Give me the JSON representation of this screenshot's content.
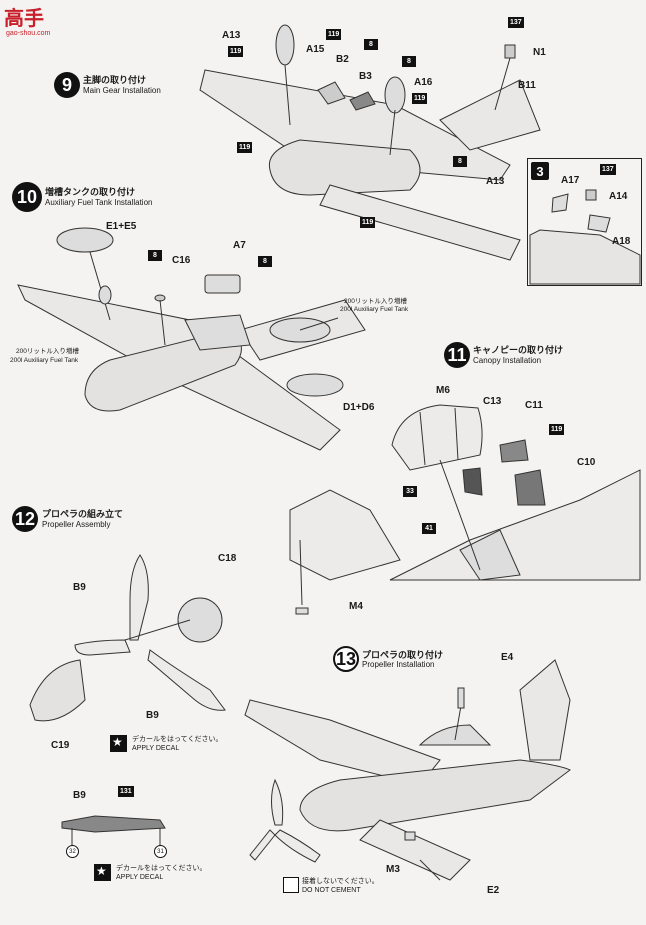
{
  "watermark": {
    "brand": "高手",
    "site": "gao-shou.com"
  },
  "steps": [
    {
      "num": "9",
      "jp": "主脚の取り付け",
      "en": "Main Gear Installation"
    },
    {
      "num": "10",
      "jp": "増槽タンクの取り付け",
      "en": "Auxiliary Fuel Tank Installation"
    },
    {
      "num": "11",
      "jp": "キャノピーの取り付け",
      "en": "Canopy Installation"
    },
    {
      "num": "12",
      "jp": "プロペラの組み立て",
      "en": "Propeller Assembly"
    },
    {
      "num": "13",
      "jp": "プロペラの取り付け",
      "en": "Propeller Installation"
    }
  ],
  "inset": {
    "num": "3",
    "parts": [
      "A17",
      "137",
      "A14",
      "A18"
    ]
  },
  "parts": {
    "a13a": "A13",
    "a15": "A15",
    "b2": "B2",
    "b3": "B3",
    "a16": "A16",
    "a13b": "A13",
    "n1": "N1",
    "b11": "B11",
    "e1e5": "E1+E5",
    "c16": "C16",
    "a7": "A7",
    "d1d6": "D1+D6",
    "m6": "M6",
    "c13": "C13",
    "c11": "C11",
    "c10": "C10",
    "m4": "M4",
    "b9a": "B9",
    "c18": "C18",
    "b9b": "B9",
    "c19": "C19",
    "b9c": "B9",
    "e4": "E4",
    "m3": "M3",
    "e2": "E2"
  },
  "tags": {
    "t119a": "119",
    "t119b": "119",
    "t8a": "8",
    "t119c": "119",
    "t8b": "8",
    "t119d": "119",
    "t8c": "8",
    "t119e": "119",
    "t137": "137",
    "t8d": "8",
    "t8e": "8",
    "t119f": "119",
    "t33": "33",
    "t41": "41",
    "t131": "131"
  },
  "circles": {
    "c32": "32",
    "c31": "31"
  },
  "notes": {
    "tank_jp_r": "200リットル入り増槽",
    "tank_en_r": "200l Auxiliary Fuel Tank",
    "tank_jp_l": "200リットル入り増槽",
    "tank_en_l": "200l Auxiliary Fuel Tank",
    "decal_jp_1": "デカールをはってください。",
    "decal_en_1": "APPLY DECAL",
    "decal_jp_2": "デカールをはってください。",
    "decal_en_2": "APPLY DECAL",
    "cement_jp": "接着しないでください。",
    "cement_en": "DO NOT CEMENT"
  }
}
